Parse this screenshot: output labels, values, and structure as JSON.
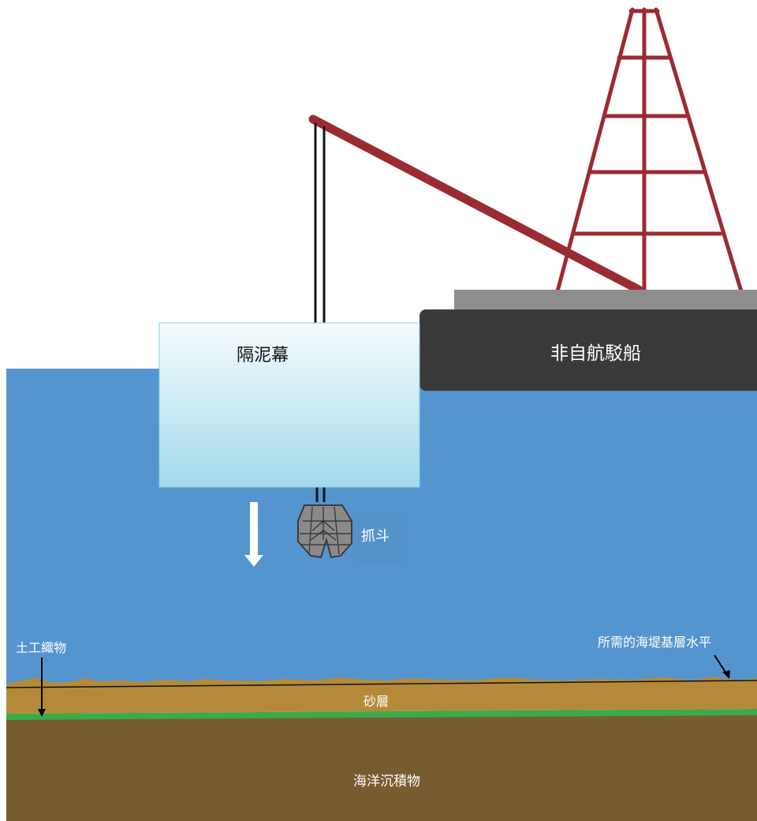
{
  "labels": {
    "silt_curtain": "隔泥幕",
    "barge": "非自航駁船",
    "grab": "抓斗",
    "geotextile": "土工織物",
    "seawall_level": "所需的海堤基層水平",
    "sand_layer": "砂層",
    "marine_deposit": "海洋沉積物"
  },
  "colors": {
    "sea": "#5595cf",
    "crane_red": "#9b2b33",
    "barge_hull": "#3a3a3a",
    "deck": "#8d8d8d",
    "sand": "#b48a3a",
    "geotextile": "#3aaa4a",
    "marine_deposit": "#775c30",
    "silt_curtain_top": "#f6fbfd",
    "silt_curtain_bottom": "#a3daea"
  }
}
